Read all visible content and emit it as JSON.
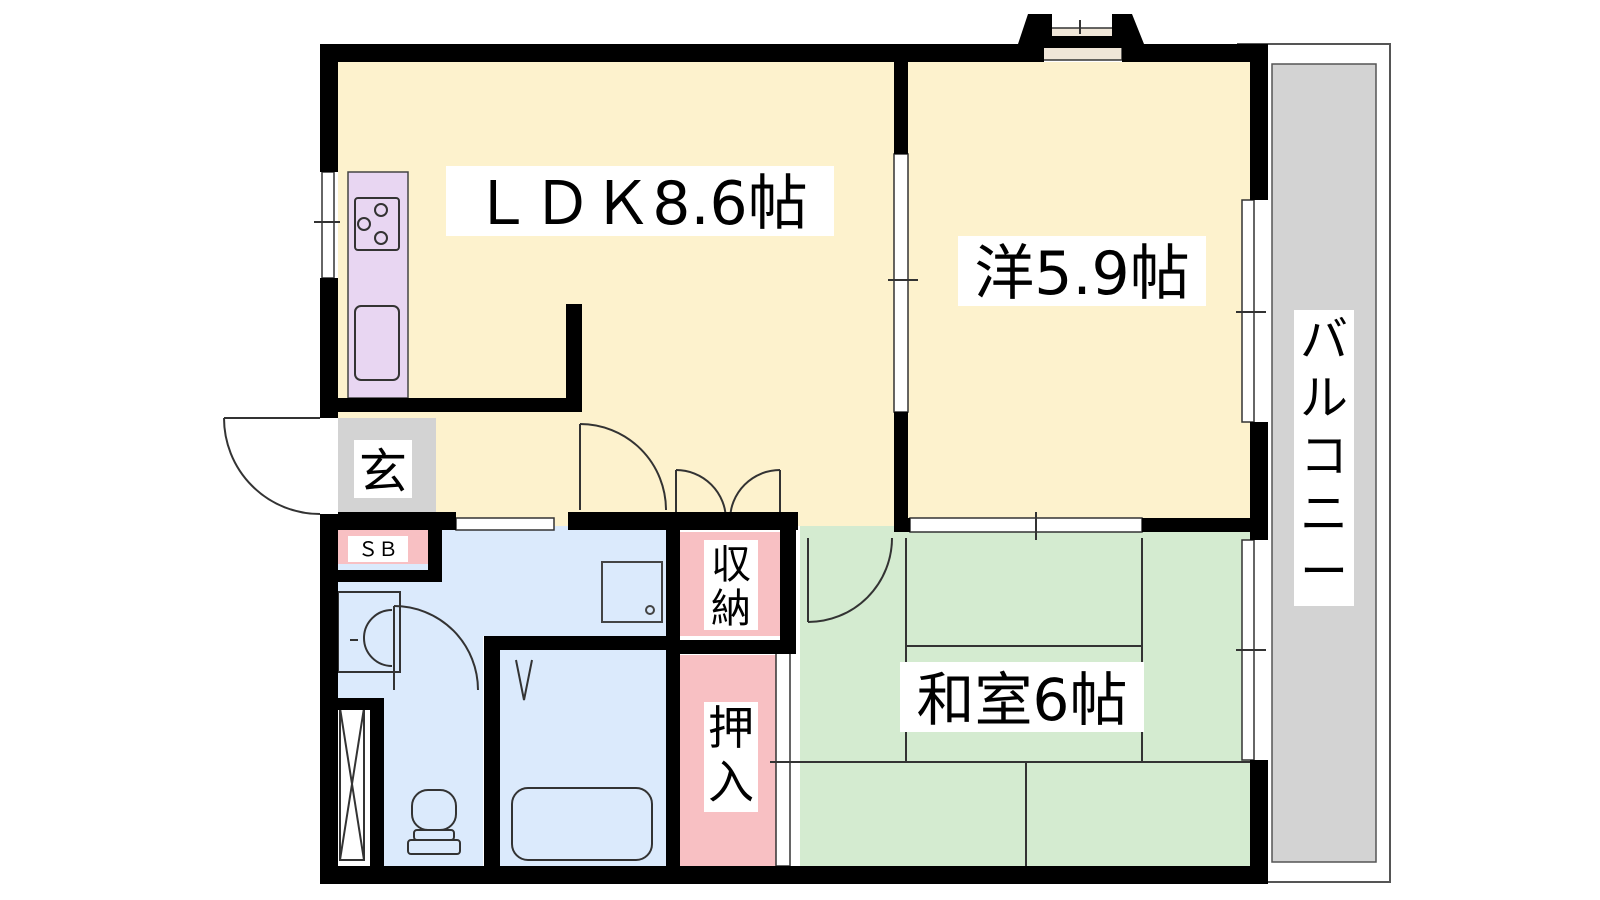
{
  "rooms": {
    "ldk": {
      "label": "ＬＤＫ8.6帖",
      "color": "#fdf2cd"
    },
    "western": {
      "label": "洋5.9帖",
      "color": "#fdf2cd"
    },
    "japanese": {
      "label": "和室6帖",
      "color": "#d4ebd0"
    },
    "genkan": {
      "label": "玄",
      "color": "#d3d3d3"
    },
    "shoebox": {
      "label": "ＳＢ",
      "color": "#f8c0c3"
    },
    "storage": {
      "label": "収納",
      "color": "#f8c0c3"
    },
    "closet": {
      "label": "押入",
      "color": "#f8c0c3"
    },
    "balcony": {
      "label": "バルコニー",
      "color": "#d3d3d3"
    },
    "wet_area": {
      "color": "#dbeafc"
    },
    "kitchen": {
      "color": "#e8d6f2"
    }
  },
  "colors": {
    "wall": "#000000"
  }
}
